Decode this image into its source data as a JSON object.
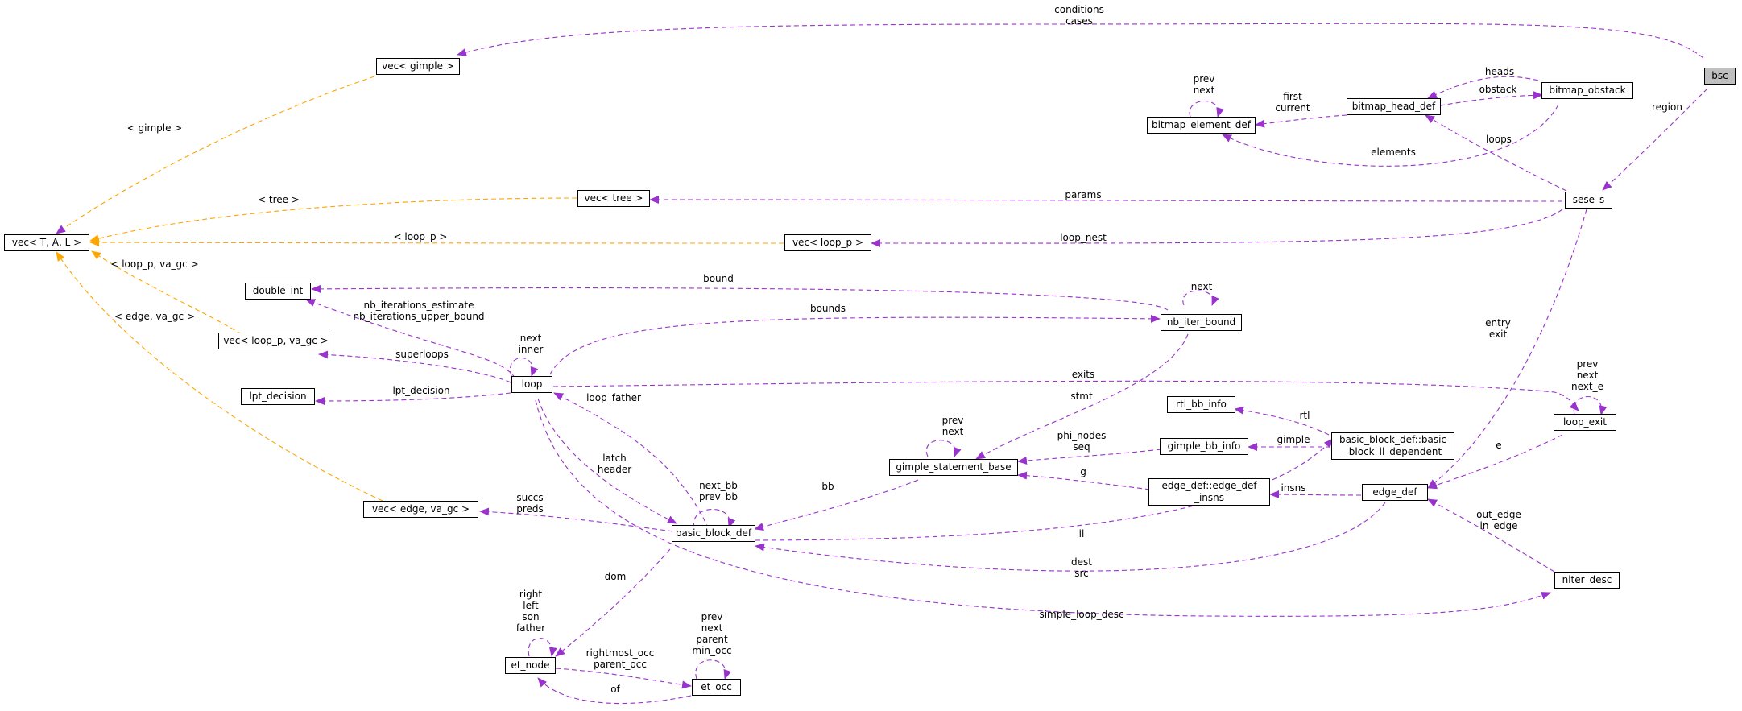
{
  "colors": {
    "member_edge": "#9a32cd",
    "template_edge": "#ffa500",
    "root_fill": "#bfbfbf"
  },
  "nodes": {
    "bsc": "bsc",
    "vec_gimple": "vec< gimple >",
    "vec_tal": "vec< T, A, L >",
    "bitmap_obstack": "bitmap_obstack",
    "bitmap_head_def": "bitmap_head_def",
    "bitmap_element_def": "bitmap_element_def",
    "sese_s": "sese_s",
    "vec_tree": "vec< tree >",
    "vec_loop_p": "vec< loop_p >",
    "double_int": "double_int",
    "nb_iter_bound": "nb_iter_bound",
    "vec_loop_p_va_gc": "vec< loop_p, va_gc >",
    "loop": "loop",
    "lpt_decision": "lpt_decision",
    "loop_exit": "loop_exit",
    "rtl_bb_info": "rtl_bb_info",
    "bb_il_dependent": [
      "basic_block_def::basic",
      "_block_il_dependent"
    ],
    "gimple_bb_info": "gimple_bb_info",
    "gimple_statement_base": "gimple_statement_base",
    "edge_def_insns": [
      "edge_def::edge_def",
      "_insns"
    ],
    "edge_def": "edge_def",
    "vec_edge_va_gc": "vec< edge, va_gc >",
    "basic_block_def": "basic_block_def",
    "niter_desc": "niter_desc",
    "et_node": "et_node",
    "et_occ": "et_occ"
  },
  "edge_labels": {
    "conditions_cases": [
      "conditions",
      "cases"
    ],
    "region": "region",
    "heads": "heads",
    "obstack": "obstack",
    "first_current": [
      "first",
      "current"
    ],
    "prev_next_bmp": [
      "prev",
      "next"
    ],
    "elements": "elements",
    "loops": "loops",
    "gimple_tpl": "< gimple >",
    "tree_tpl": "< tree >",
    "params": "params",
    "loop_p_tpl": "< loop_p >",
    "loop_nest": "loop_nest",
    "loop_p_va_gc_tpl": "< loop_p, va_gc >",
    "edge_va_gc_tpl": "< edge, va_gc >",
    "bound": "bound",
    "next_nb": "next",
    "nb_estimates": [
      "nb_iterations_estimate",
      "nb_iterations_upper_bound"
    ],
    "bounds": "bounds",
    "next_inner": [
      "next",
      "inner"
    ],
    "superloops": "superloops",
    "entry_exit": [
      "entry",
      "exit"
    ],
    "exits": "exits",
    "lpt_decision_lbl": "lpt_decision",
    "loop_exit_self": [
      "prev",
      "next",
      "next_e"
    ],
    "stmt": "stmt",
    "rtl": "rtl",
    "loop_father": "loop_father",
    "gsb_self": [
      "prev",
      "next"
    ],
    "phi_nodes_seq": [
      "phi_nodes",
      "seq"
    ],
    "gimple_lbl": "gimple",
    "e": "e",
    "latch_header": [
      "latch",
      "header"
    ],
    "next_bb_prev_bb": [
      "next_bb",
      "prev_bb"
    ],
    "bb": "bb",
    "g": "g",
    "insns": "insns",
    "succs_preds": [
      "succs",
      "preds"
    ],
    "out_in_edge": [
      "out_edge",
      "in_edge"
    ],
    "il": "il",
    "dest_src": [
      "dest",
      "src"
    ],
    "dom": "dom",
    "simple_loop_desc": "simple_loop_desc",
    "et_node_self": [
      "right",
      "left",
      "son",
      "father"
    ],
    "et_occ_self": [
      "prev",
      "next",
      "parent",
      "min_occ"
    ],
    "rightmost_parent_occ": [
      "rightmost_occ",
      "parent_occ"
    ],
    "of": "of"
  }
}
